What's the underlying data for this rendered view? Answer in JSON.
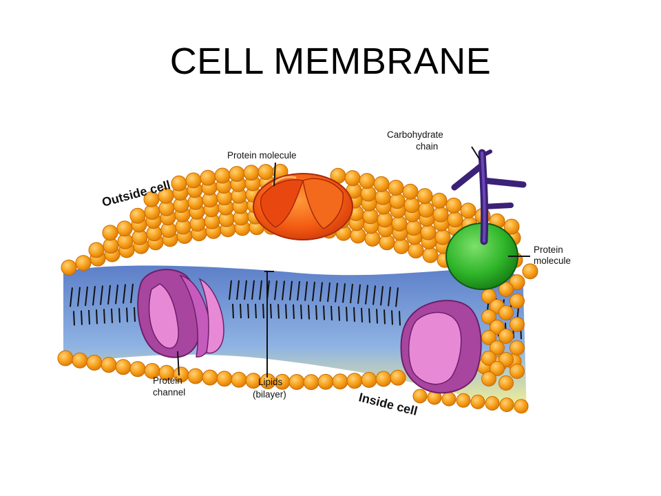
{
  "title": "CELL MEMBRANE",
  "labels": {
    "outside_cell": "Outside cell",
    "inside_cell": "Inside cell",
    "protein_molecule_top": "Protein molecule",
    "carbohydrate_line1": "Carbohydrate",
    "carbohydrate_line2": "chain",
    "protein_molecule_right_line1": "Protein",
    "protein_molecule_right_line2": "molecule",
    "protein_channel_line1": "Protein",
    "protein_channel_line2": "channel",
    "lipids_line1": "Lipids",
    "lipids_line2": "(bilayer)"
  },
  "colors": {
    "lipid_head": "#f7a11a",
    "lipid_head_edge": "#c96a00",
    "membrane_blue": "#7f9fd8",
    "membrane_yellow": "#fff78a",
    "protein_top": "#f25a12",
    "protein_green": "#2fb52a",
    "carbohydrate": "#4b2b8a",
    "channel_purple": "#a8459f",
    "channel_pink": "#e889d6"
  }
}
